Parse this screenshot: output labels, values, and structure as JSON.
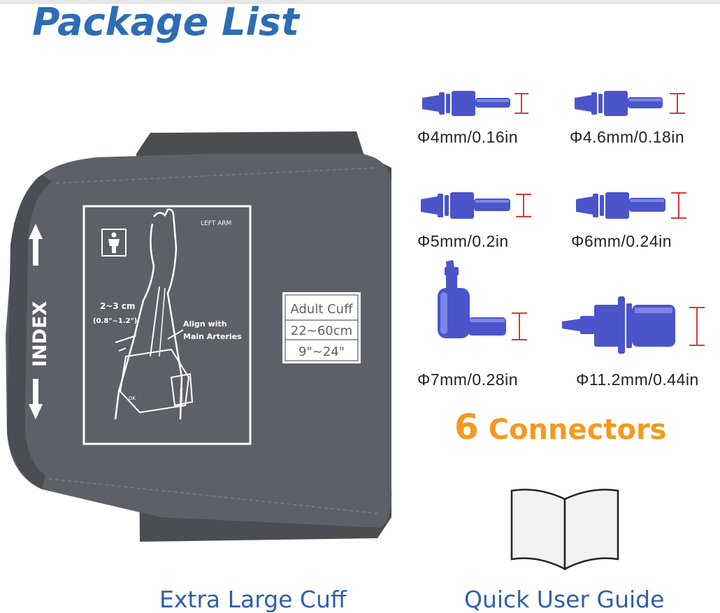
{
  "title": "Package List",
  "cuff": {
    "index_label": "INDEX",
    "side_label": "LEFT ARM",
    "measure_cm": "2~3 cm",
    "measure_in": "(0.8\"~1.2\")",
    "align_line1": "Align with",
    "align_line2": "Main Arteries",
    "ok_label": "OK",
    "range_label": "RANGE",
    "size_box": {
      "name": "Adult Cuff",
      "cm": "22~60cm",
      "in": "9\"~24\""
    },
    "colors": {
      "fabric": "#5d6066",
      "fabric_dark": "#3f4247",
      "print": "#ffffff"
    }
  },
  "connectors": {
    "items": [
      {
        "label": "Φ4mm/0.16in"
      },
      {
        "label": "Φ4.6mm/0.18in"
      },
      {
        "label": "Φ5mm/0.2in"
      },
      {
        "label": "Φ6mm/0.24in"
      },
      {
        "label": "Φ7mm/0.28in"
      },
      {
        "label": "Φ11.2mm/0.44in"
      }
    ],
    "heading_num": "6",
    "heading_text": " Connectors",
    "colors": {
      "body": "#4b54c9",
      "highlight": "#7c86e8",
      "dimension": "#d83a3a"
    }
  },
  "captions": {
    "cuff": "Extra Large Cuff",
    "guide": "Quick User Guide"
  },
  "colors": {
    "title": "#2d6db3",
    "caption": "#2f5fa8",
    "accent": "#f39a1e"
  }
}
